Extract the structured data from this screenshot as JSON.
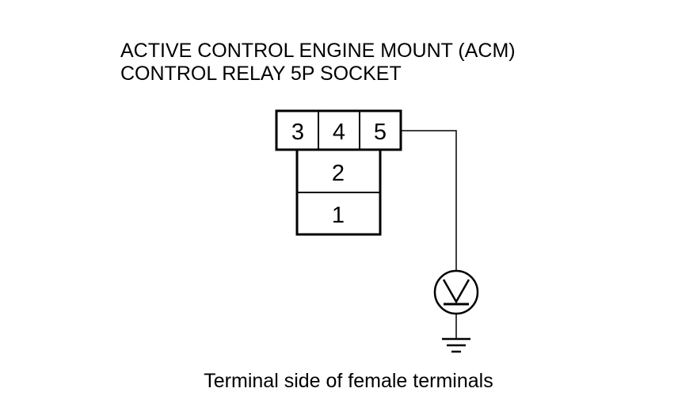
{
  "title": {
    "line1": "ACTIVE CONTROL ENGINE MOUNT (ACM)",
    "line2": "CONTROL RELAY 5P SOCKET"
  },
  "connector": {
    "terminals": [
      "3",
      "4",
      "5",
      "2",
      "1"
    ]
  },
  "meter": {
    "symbol": "V"
  },
  "caption": "Terminal side of female terminals"
}
